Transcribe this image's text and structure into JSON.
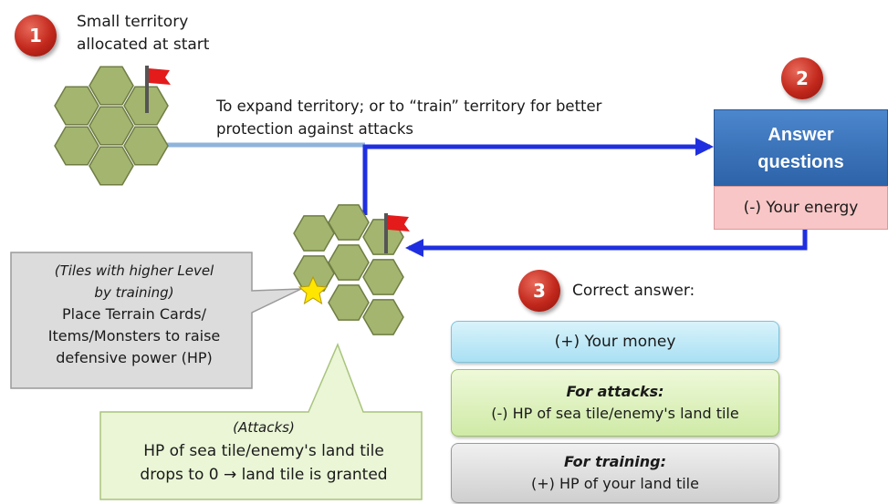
{
  "step1": {
    "number": "1",
    "text_line1": "Small territory",
    "text_line2": "allocated at start"
  },
  "expand_note": {
    "line1": "To expand territory; or to “train” territory for better",
    "line2": "protection against attacks"
  },
  "step2": {
    "number": "2",
    "answer_line1": "Answer",
    "answer_line2": "questions",
    "energy": "(-) Your energy"
  },
  "step3": {
    "number": "3",
    "correct_label": "Correct answer:",
    "money": "(+) Your money",
    "attacks_title": "For attacks:",
    "attacks_text": "(-) HP of sea tile/enemy's land tile",
    "training_title": "For training:",
    "training_text": "(+) HP of your land tile"
  },
  "tiles_callout": {
    "line1": "(Tiles with higher Level",
    "line2": "by training)",
    "line3": "Place Terrain Cards/",
    "line4": "Items/Monsters to raise",
    "line5": "defensive power (HP)"
  },
  "attacks_callout": {
    "line1": "(Attacks)",
    "line2": "HP of sea tile/enemy's land tile",
    "line3": "drops to 0 → land tile is granted"
  },
  "colors": {
    "hex_fill": "#a3b56f",
    "hex_stroke": "#6f7d43",
    "arrow_blue": "#1f2fe0",
    "connector_light": "#8fb4dc",
    "flag_red": "#e31b1b",
    "badge_red": "#c2281c",
    "star_yellow": "#ffe600"
  }
}
